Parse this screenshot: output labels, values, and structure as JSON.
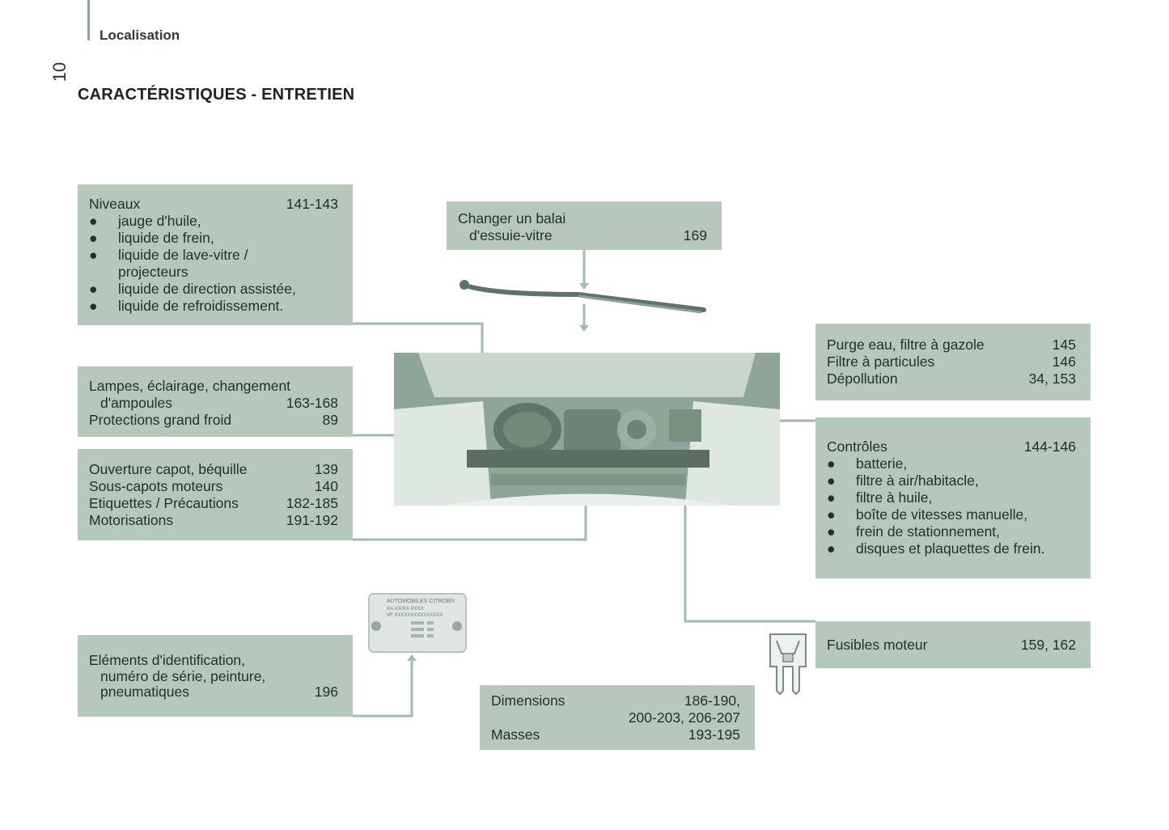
{
  "header": {
    "section": "Localisation",
    "page_number": "10"
  },
  "title": "CARACTÉRISTIQUES - ENTRETIEN",
  "boxes": {
    "niveaux": {
      "label": "Niveaux",
      "pages": "141-143",
      "items": [
        "jauge d'huile,",
        "liquide de frein,",
        "liquide de lave-vitre /",
        "projecteurs",
        "liquide de direction assistée,",
        "liquide de refroidissement."
      ]
    },
    "balai": {
      "line1": "Changer un balai",
      "line2": "d'essuie-vitre",
      "pages": "169"
    },
    "lampes": {
      "line1": "Lampes, éclairage, changement",
      "line2": "d'ampoules",
      "pages1": "163-168",
      "line3": "Protections grand froid",
      "pages2": "89"
    },
    "capot": {
      "rows": [
        {
          "label": "Ouverture capot, béquille",
          "pages": "139"
        },
        {
          "label": "Sous-capots moteurs",
          "pages": "140"
        },
        {
          "label": "Etiquettes / Précautions",
          "pages": "182-185"
        },
        {
          "label": "Motorisations",
          "pages": "191-192"
        }
      ]
    },
    "purge": {
      "rows": [
        {
          "label": "Purge eau, filtre à gazole",
          "pages": "145"
        },
        {
          "label": "Filtre à particules",
          "pages": "146"
        },
        {
          "label": "Dépollution",
          "pages": "34, 153"
        }
      ]
    },
    "controles": {
      "label": "Contrôles",
      "pages": "144-146",
      "items": [
        "batterie,",
        "filtre à air/habitacle,",
        "filtre à huile,",
        "boîte de vitesses manuelle,",
        "frein de stationnement,",
        "disques et plaquettes de frein."
      ]
    },
    "fusibles": {
      "label": "Fusibles moteur",
      "pages": "159, 162"
    },
    "identification": {
      "line1": "Eléments d'identification,",
      "line2": "numéro de série, peinture,",
      "line3": "pneumatiques",
      "pages": "196"
    },
    "dimensions": {
      "label": "Dimensions",
      "pages1": "186-190,",
      "pages2": "200-203, 206-207",
      "label2": "Masses",
      "pages3": "193-195"
    }
  },
  "plate": {
    "brand": "AUTOMOBILES CITROEN",
    "line1": "XX-XX/XX-XXXX",
    "line2": "VF XXXXXXXXXXXXXXX"
  },
  "colors": {
    "box": "#b6c8bb",
    "line": "#a3bbaa",
    "accent_bar": "#8aa595"
  },
  "bullet": "●"
}
